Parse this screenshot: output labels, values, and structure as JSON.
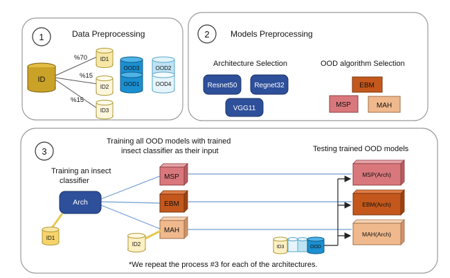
{
  "panel1": {
    "number": "1",
    "title": "Data Preprocessing",
    "id_label": "ID",
    "pct1": "%70",
    "pct2": "%15",
    "pct3": "%15",
    "id1": "ID1",
    "id2": "ID2",
    "id3": "ID3",
    "ood1": "OOD1",
    "ood2": "OOD2",
    "ood3": "OOD3",
    "ood4": "OOD4"
  },
  "panel2": {
    "number": "2",
    "title": "Models Preprocessing",
    "arch_title": "Architecture Selection",
    "ood_title": "OOD algorithm Selection",
    "resnet50": "Resnet50",
    "regnet32": "Regnet32",
    "vgg11": "VGG11",
    "ebm": "EBM",
    "msp": "MSP",
    "mah": "MAH"
  },
  "panel3": {
    "number": "3",
    "training_all_line1": "Training all OOD models with trained",
    "training_all_line2": "insect classifier as their input",
    "testing_title": "Testing trained OOD models",
    "insect_line1": "Training an insect",
    "insect_line2": "classifier",
    "arch": "Arch",
    "msp": "MSP",
    "ebm": "EBM",
    "mah": "MAH",
    "id1": "ID1",
    "id2": "ID2",
    "id3": "ID3",
    "ood": "OOD",
    "msp_arch": "MSP(Arch)",
    "ebm_arch": "EBM(Arch)",
    "mah_arch": "MAH(Arch)",
    "footnote": "*We repeat the process #3 for each of the architectures."
  },
  "colors": {
    "id_gold": "#c9a227",
    "id_light": "#f6e7a6",
    "ood_blue": "#1b8fd0",
    "ood_light": "#bfe3f3",
    "arch_blue": "#2e4f9a",
    "msp_pink": "#d9787c",
    "ebm_orange": "#c4581c",
    "mah_peach": "#f0b98d",
    "arrow_blue": "#6f9bd1"
  }
}
